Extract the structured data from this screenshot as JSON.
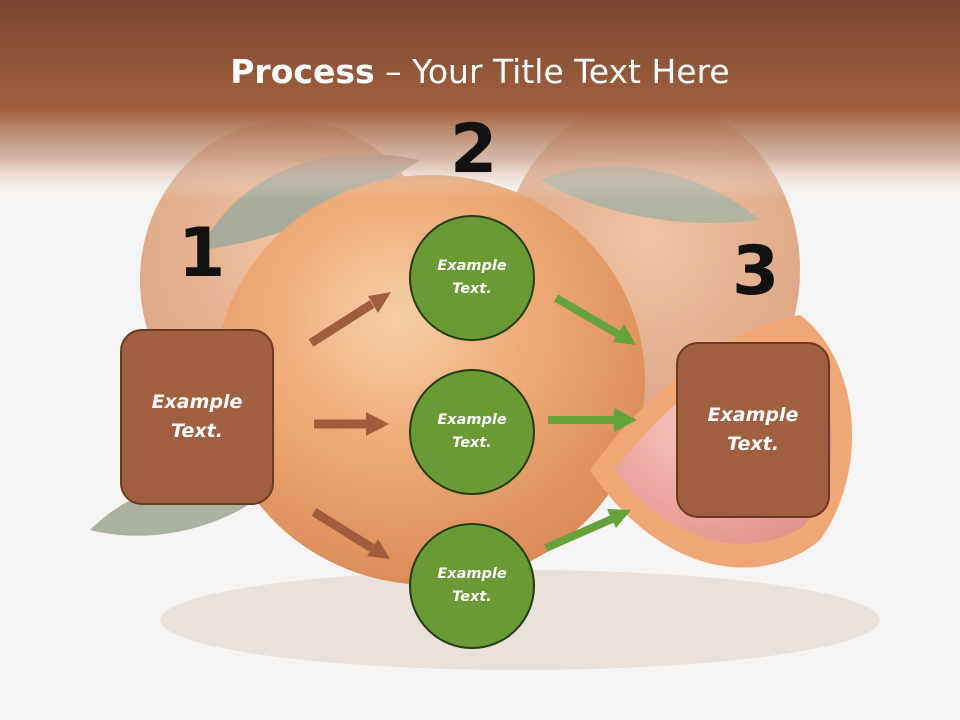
{
  "title": {
    "bold": "Process",
    "separator": " – ",
    "rest": "Your Title Text Here"
  },
  "numbers": [
    "1",
    "2",
    "3"
  ],
  "left_box": {
    "text": "Example Text."
  },
  "right_box": {
    "text": "Example Text."
  },
  "circles": [
    {
      "text": "Example Text."
    },
    {
      "text": "Example Text."
    },
    {
      "text": "Example Text."
    }
  ],
  "colors": {
    "header": "#9a5a3c",
    "box": "#a0603f",
    "circle": "#6a9a34",
    "arrow_brown": "#9f5d3e",
    "arrow_green": "#66a23a"
  }
}
